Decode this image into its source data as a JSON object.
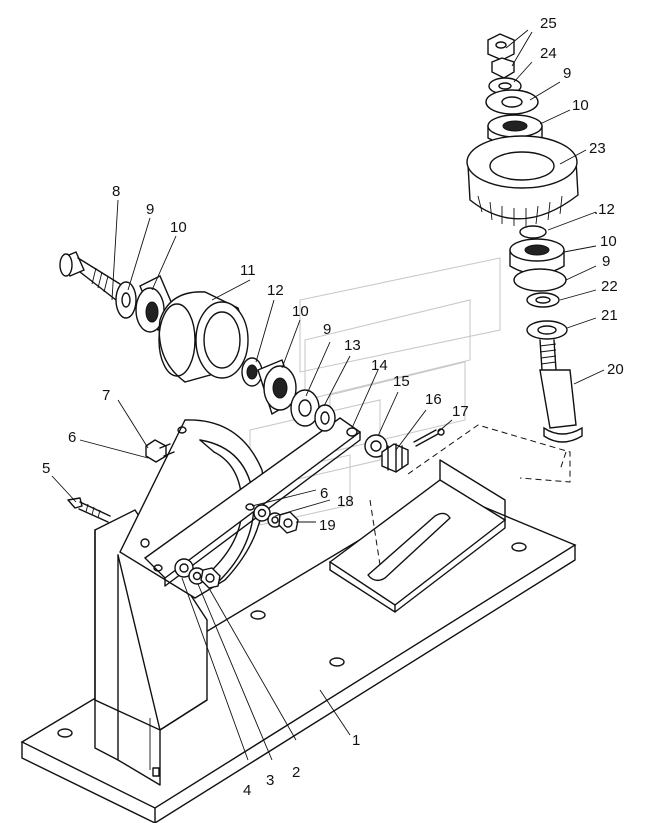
{
  "callouts": [
    {
      "id": "c1",
      "text": "1"
    },
    {
      "id": "c2",
      "text": "2"
    },
    {
      "id": "c3",
      "text": "3"
    },
    {
      "id": "c4",
      "text": "4"
    },
    {
      "id": "c5",
      "text": "5"
    },
    {
      "id": "c6a",
      "text": "6"
    },
    {
      "id": "c6b",
      "text": "6"
    },
    {
      "id": "c7",
      "text": "7"
    },
    {
      "id": "c8",
      "text": "8"
    },
    {
      "id": "c9a",
      "text": "9"
    },
    {
      "id": "c9b",
      "text": "9"
    },
    {
      "id": "c9c",
      "text": "9"
    },
    {
      "id": "c9d",
      "text": "9"
    },
    {
      "id": "c10a",
      "text": "10"
    },
    {
      "id": "c10b",
      "text": "10"
    },
    {
      "id": "c10c",
      "text": "10"
    },
    {
      "id": "c10d",
      "text": "10"
    },
    {
      "id": "c11",
      "text": "11"
    },
    {
      "id": "c12a",
      "text": "12"
    },
    {
      "id": "c12b",
      "text": ".12"
    },
    {
      "id": "c13",
      "text": "13"
    },
    {
      "id": "c14",
      "text": "14"
    },
    {
      "id": "c15",
      "text": "15"
    },
    {
      "id": "c16",
      "text": "16"
    },
    {
      "id": "c17",
      "text": "17"
    },
    {
      "id": "c18",
      "text": "18"
    },
    {
      "id": "c19",
      "text": "19"
    },
    {
      "id": "c20",
      "text": "20"
    },
    {
      "id": "c21",
      "text": "21"
    },
    {
      "id": "c22",
      "text": "22"
    },
    {
      "id": "c23",
      "text": "23"
    },
    {
      "id": "c24",
      "text": "24"
    },
    {
      "id": "c25",
      "text": "25"
    }
  ]
}
